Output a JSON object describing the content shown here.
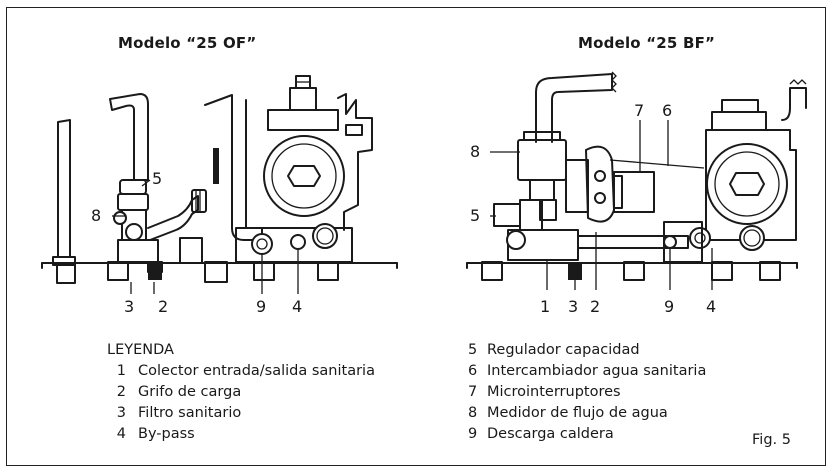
{
  "models": {
    "left_title": "Modelo “25 OF”",
    "right_title": "Modelo “25 BF”"
  },
  "callouts_left": [
    "8",
    "5",
    "3",
    "2",
    "9",
    "4"
  ],
  "callouts_right": [
    "8",
    "7",
    "6",
    "5",
    "1",
    "3",
    "2",
    "9",
    "4"
  ],
  "legend": {
    "heading": "LEYENDA",
    "left_items": [
      {
        "n": "1",
        "text": "Colector entrada/salida sanitaria"
      },
      {
        "n": "2",
        "text": "Grifo de carga"
      },
      {
        "n": "3",
        "text": "Filtro sanitario"
      },
      {
        "n": "4",
        "text": "By-pass"
      }
    ],
    "right_items": [
      {
        "n": "5",
        "text": "Regulador capacidad"
      },
      {
        "n": "6",
        "text": "Intercambiador agua sanitaria"
      },
      {
        "n": "7",
        "text": "Microinterruptores"
      },
      {
        "n": "8",
        "text": "Medidor de flujo de agua"
      },
      {
        "n": "9",
        "text": "Descarga caldera"
      }
    ]
  },
  "figure_label": "Fig. 5"
}
